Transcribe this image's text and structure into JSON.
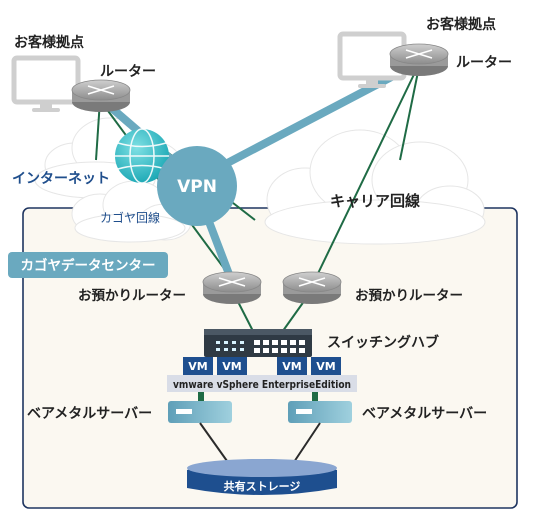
{
  "customer_site_left": {
    "label": "お客様拠点",
    "router_label": "ルーター"
  },
  "customer_site_right": {
    "label": "お客様拠点",
    "router_label": "ルーター"
  },
  "internet": {
    "label": "インターネット"
  },
  "vpn": {
    "label": "VPN"
  },
  "carrier": {
    "label": "キャリア回線"
  },
  "kagoya_line": {
    "label": "カゴヤ回線"
  },
  "datacenter": {
    "label": "カゴヤデータセンター"
  },
  "hosted_router_left": {
    "label": "お預かりルーター"
  },
  "hosted_router_right": {
    "label": "お預かりルーター"
  },
  "switching_hub": {
    "label": "スイッチングハブ"
  },
  "vms": [
    "VM",
    "VM",
    "VM",
    "VM"
  ],
  "vsphere": {
    "label": "vmware vSphere EnterpriseEdition"
  },
  "bare_metal_left": {
    "label": "ベアメタルサーバー"
  },
  "bare_metal_right": {
    "label": "ベアメタルサーバー"
  },
  "storage": {
    "label": "共有ストレージ"
  },
  "colors": {
    "navy": "#1f3560",
    "teal": "#6aa9bf",
    "line_green": "#1f6b45",
    "router_grey": "#8f8f8f",
    "vm_blue": "#1e4f8f"
  }
}
